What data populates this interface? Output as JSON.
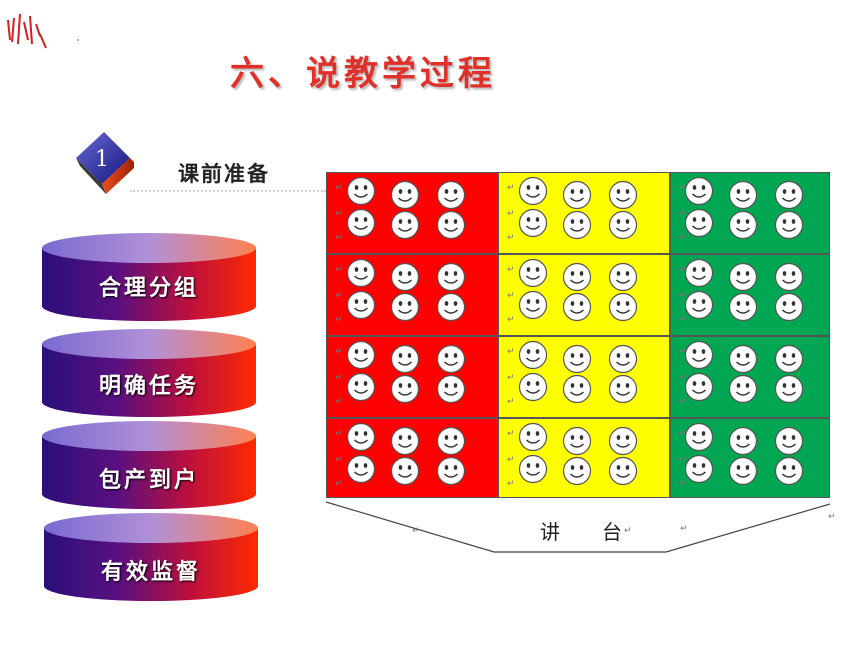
{
  "slide": {
    "title": "六、说教学过程",
    "section_number": "1",
    "section_label": "课前准备"
  },
  "steps": [
    {
      "label": "合理分组"
    },
    {
      "label": "明确任务"
    },
    {
      "label": "包产到户"
    },
    {
      "label": "有效监督"
    }
  ],
  "podium": {
    "label_1": "讲",
    "label_2": "台"
  },
  "seating": {
    "rows": 4,
    "columns": [
      "#ff0000",
      "#ffff00",
      "#00a651"
    ],
    "faces_per_cell": 6
  },
  "colors": {
    "accent": "#e0302a",
    "cylinder_start": "#2a0f7a",
    "cylinder_end": "#ff1a00"
  }
}
